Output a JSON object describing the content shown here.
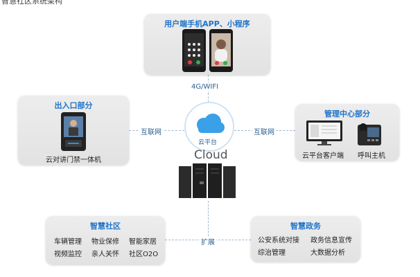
{
  "header_fragment": "智慧社区系统架构",
  "app_panel": {
    "title": "用户端手机APP、小程序"
  },
  "link_top": "4G/WIFI",
  "entrance_panel": {
    "title": "出入口部分",
    "device_caption": "云对讲门禁一体机"
  },
  "link_left": "互联网",
  "cloud": {
    "label": "云平台",
    "server_label": "Cloud"
  },
  "link_right": "互联网",
  "management_panel": {
    "title": "管理中心部分",
    "client_caption": "云平台客户端",
    "host_caption": "呼叫主机"
  },
  "link_bottom": "扩展",
  "community_panel": {
    "title": "智慧社区",
    "items": [
      "车辆管理",
      "物业保修",
      "智能家居",
      "视频监控",
      "亲人关怀",
      "社区O2O"
    ]
  },
  "government_panel": {
    "title": "智慧政务",
    "items": [
      "公安系统对接",
      "政务信息宣传",
      "综治管理",
      "大数据分析"
    ]
  },
  "colors": {
    "accent": "#1e73c8",
    "panel": "#e6e6e6",
    "cloud": "#3aa0e8"
  }
}
